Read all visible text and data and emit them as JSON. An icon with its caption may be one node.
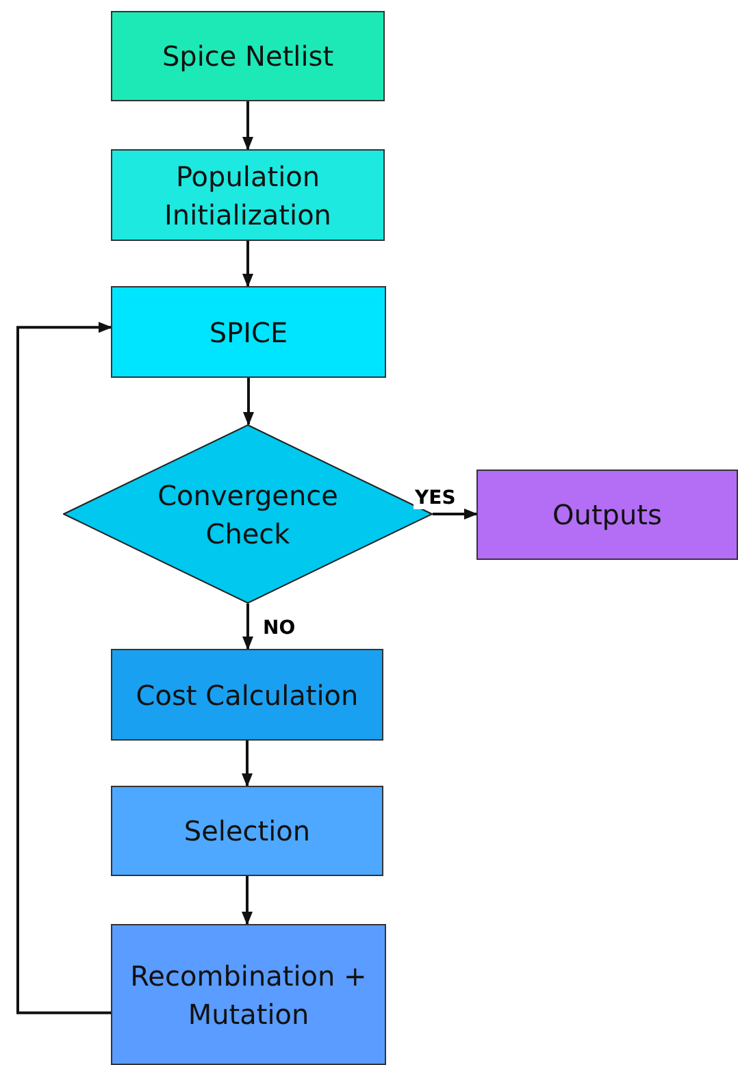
{
  "diagram": {
    "nodes": [
      {
        "text": [
          "Spice Netlist"
        ]
      },
      {
        "text": [
          "Population Initialization"
        ]
      },
      {
        "text": [
          "SPICE"
        ]
      },
      {
        "text": [
          "Convergence Check"
        ]
      },
      {
        "text": [
          "Outputs"
        ]
      },
      {
        "text": [
          "Cost Calculation"
        ]
      },
      {
        "text": [
          "Selection"
        ]
      },
      {
        "text": [
          "Recombination + Mutation"
        ]
      }
    ],
    "edges": [
      {
        "from": 0,
        "to": 1,
        "arrow": "to"
      },
      {
        "from": 1,
        "to": 2,
        "arrow": "to"
      },
      {
        "from": 2,
        "to": 3,
        "arrow": "to"
      },
      {
        "from": 3,
        "to": 4,
        "arrow": "to",
        "label": "YES"
      },
      {
        "from": 3,
        "to": 5,
        "arrow": "to",
        "label": "NO"
      },
      {
        "from": 5,
        "to": 6,
        "arrow": "to"
      },
      {
        "from": 6,
        "to": 7,
        "arrow": "to"
      },
      {
        "from": 7,
        "to": 2,
        "arrow": "to"
      }
    ]
  }
}
